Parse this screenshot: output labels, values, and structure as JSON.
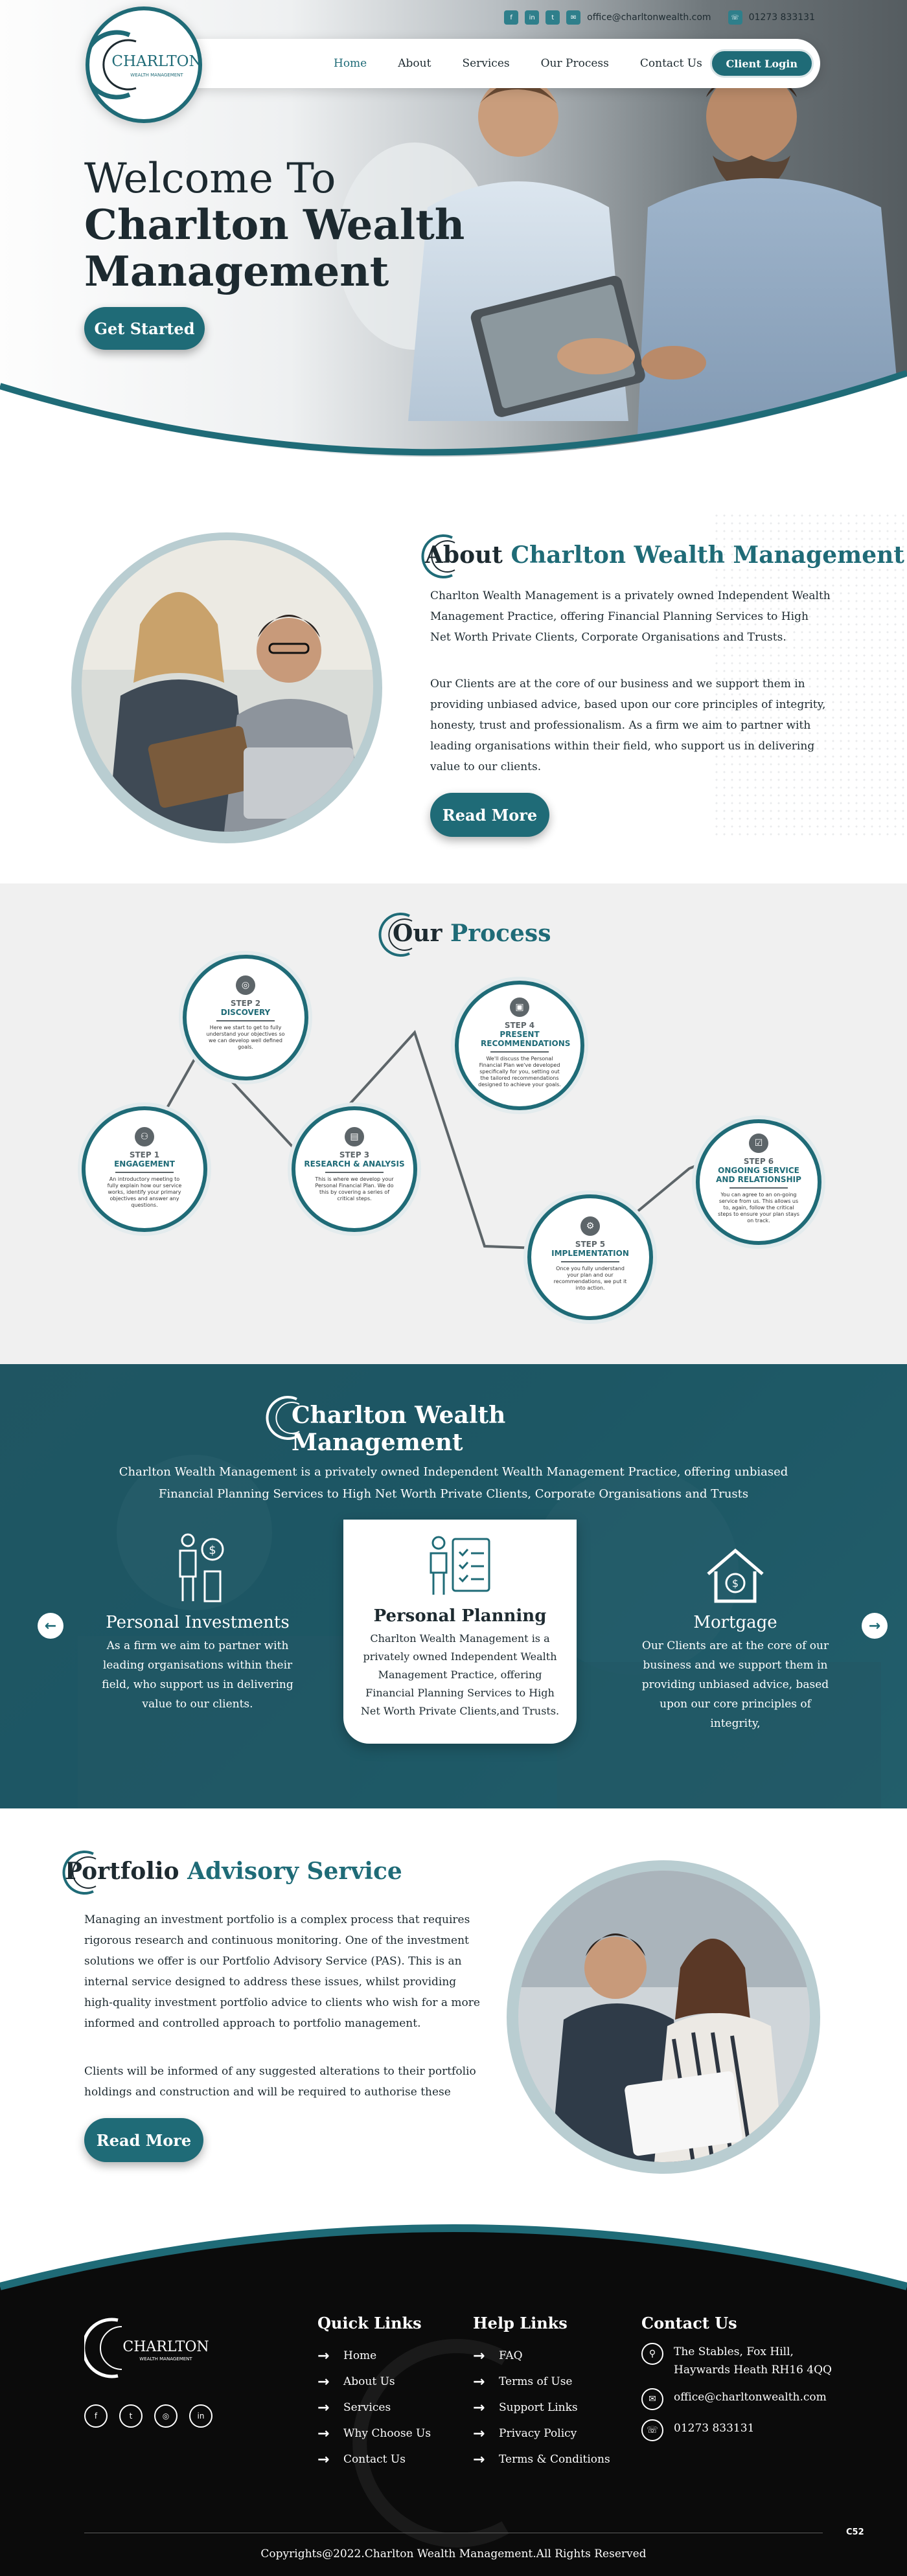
{
  "topbar": {
    "social": [
      "f",
      "in",
      "t",
      "✉"
    ],
    "email": "office@charltonwealth.com",
    "phone": "01273 833131"
  },
  "logo": {
    "name": "CHARLTON",
    "tagline": "WEALTH MANAGEMENT"
  },
  "nav": {
    "links": [
      "Home",
      "About",
      "Services",
      "Our Process",
      "Contact Us"
    ],
    "active": "Home",
    "login": "Client Login"
  },
  "hero": {
    "line1": "Welcome To",
    "line2": "Charlton Wealth",
    "line3": "Management",
    "cta": "Get Started"
  },
  "about": {
    "title_dark": "About",
    "title_teal": "Charlton Wealth Management",
    "p1": "Charlton Wealth Management is a privately owned Independent Wealth Management Practice, offering Financial Planning Services to High Net Worth Private Clients, Corporate Organisations and Trusts.",
    "p2": "Our Clients are at the core of our business and we support them in providing unbiased advice, based upon our core principles of integrity, honesty, trust and professionalism. As a firm we aim to partner with leading organisations within their field, who support us in delivering value to our clients.",
    "cta": "Read More"
  },
  "process": {
    "title_dark": "Our",
    "title_teal": "Process",
    "steps": [
      {
        "num": "STEP 1",
        "name": "ENGAGEMENT",
        "icon": "handshake-icon",
        "glyph": "⚇",
        "desc": "An introductory meeting to fully explain how our service works, identify your primary objectives and answer any questions."
      },
      {
        "num": "STEP 2",
        "name": "DISCOVERY",
        "icon": "target-icon",
        "glyph": "◎",
        "desc": "Here we start to get to fully understand your objectives so we can develop well defined goals."
      },
      {
        "num": "STEP 3",
        "name": "RESEARCH & ANALYSIS",
        "icon": "chart-icon",
        "glyph": "▤",
        "desc": "This is where we develop your Personal Financial Plan. We do this by covering a series of critical steps."
      },
      {
        "num": "STEP 4",
        "name": "PRESENT RECOMMENDATIONS",
        "icon": "presentation-icon",
        "glyph": "▣",
        "desc": "We'll discuss the Personal Financial Plan we've developed specifically for you, setting out the tailored recommendations designed to achieve your goals."
      },
      {
        "num": "STEP 5",
        "name": "IMPLEMENTATION",
        "icon": "gear-icon",
        "glyph": "⚙",
        "desc": "Once you fully understand your plan and our recommendations, we put it into action."
      },
      {
        "num": "STEP 6",
        "name": "ONGOING SERVICE AND RELATIONSHIP",
        "icon": "checklist-icon",
        "glyph": "☑",
        "desc": "You can agree to an on-going service from us. This allows us to, again, follow the critical steps to ensure your plan stays on track."
      }
    ]
  },
  "services": {
    "title": "Charlton Wealth Management",
    "subtitle": "Charlton Wealth Management is a privately owned Independent Wealth Management Practice, offering unbiased Financial Planning Services to High Net Worth Private Clients, Corporate Organisations and Trusts",
    "cards": [
      {
        "title": "Personal Investments",
        "icon": "investments-icon",
        "text": "As a firm we aim to partner with leading organisations within their field, who support us in delivering value to our clients."
      },
      {
        "title": "Personal Planning",
        "icon": "planning-icon",
        "text": "Charlton Wealth Management is a privately owned Independent Wealth Management Practice, offering Financial Planning Services to High Net Worth Private Clients,and Trusts."
      },
      {
        "title": "Mortgage",
        "icon": "house-icon",
        "text": "Our Clients are at the core of our business and we support them in providing unbiased advice, based upon our core principles of integrity,"
      }
    ],
    "prev": "←",
    "next": "→"
  },
  "portfolio": {
    "title_dark": "Portfolio",
    "title_teal": "Advisory Service",
    "p1": "Managing an investment portfolio is a complex process that requires rigorous research and continuous monitoring. One of the investment solutions we offer is our Portfolio Advisory Service (PAS). This is an internal service designed to address these issues, whilst providing high-quality investment portfolio advice to clients who wish for a more informed and controlled approach to portfolio management.",
    "p2": "Clients will be informed of any suggested alterations to their portfolio holdings and construction and will be required to authorise these",
    "cta": "Read More"
  },
  "footer": {
    "social": [
      "f",
      "t",
      "◎",
      "in"
    ],
    "quick_title": "Quick Links",
    "quick": [
      "Home",
      "About Us",
      "Services",
      "Why Choose Us",
      "Contact Us"
    ],
    "help_title": "Help Links",
    "help": [
      "FAQ",
      "Terms of Use",
      "Support Links",
      "Privacy Policy",
      "Terms & Conditions"
    ],
    "contact_title": "Contact Us",
    "address_line1": "The Stables, Fox Hill,",
    "address_line2": "Haywards Heath RH16 4QQ",
    "email": "office@charltonwealth.com",
    "phone": "01273 833131",
    "tag": "C52",
    "copyright": "Copyrights@2022.Charlton Wealth Management.All Rights Reserved"
  },
  "colors": {
    "teal": "#1f6b77",
    "dark": "#1d2a30",
    "footer": "#0b0b0b",
    "grey_bg": "#f0f0f0"
  }
}
